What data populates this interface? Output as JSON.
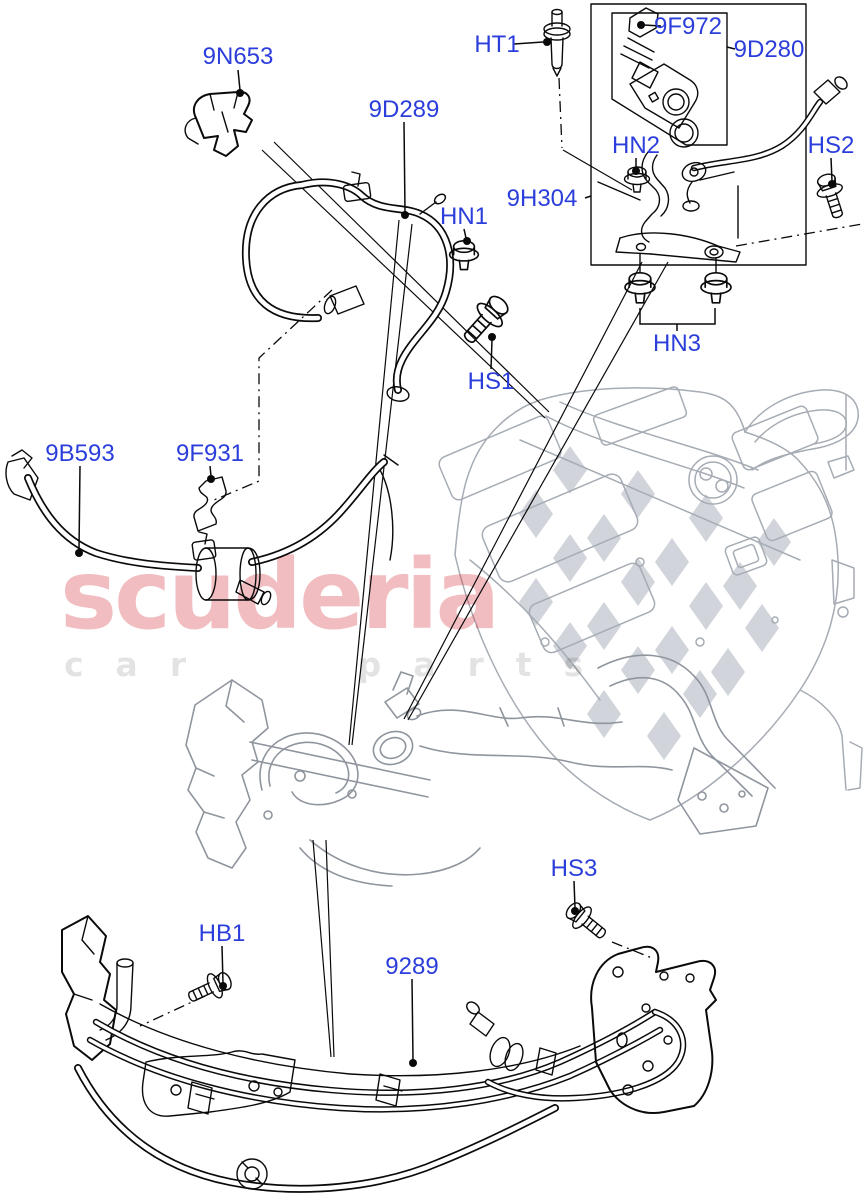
{
  "diagram": {
    "type": "parts-exploded-diagram",
    "subject": "fuel vapour lines and fuel tank area"
  },
  "colors": {
    "label": "#2b3edb",
    "ink": "#0a0a0a",
    "context": "#8f959d",
    "context2": "#a6acb4",
    "checker": "#c9cdd4",
    "wm_brand": "rgba(213,55,66,0.33)",
    "wm_tag": "rgba(0,0,0,0.11)",
    "bg": "#ffffff"
  },
  "watermark": {
    "brand": "scuderia",
    "tagline": "car parts"
  },
  "callouts": [
    {
      "id": "9N653",
      "label": "9N653"
    },
    {
      "id": "9D289",
      "label": "9D289"
    },
    {
      "id": "HT1",
      "label": "HT1"
    },
    {
      "id": "9F972",
      "label": "9F972"
    },
    {
      "id": "9D280",
      "label": "9D280"
    },
    {
      "id": "HN2",
      "label": "HN2"
    },
    {
      "id": "HS2",
      "label": "HS2"
    },
    {
      "id": "9H304",
      "label": "9H304"
    },
    {
      "id": "HN1",
      "label": "HN1"
    },
    {
      "id": "HS1",
      "label": "HS1"
    },
    {
      "id": "HN3",
      "label": "HN3"
    },
    {
      "id": "9B593",
      "label": "9B593"
    },
    {
      "id": "9F931",
      "label": "9F931"
    },
    {
      "id": "HS3",
      "label": "HS3"
    },
    {
      "id": "HB1",
      "label": "HB1"
    },
    {
      "id": "9289",
      "label": "9289"
    }
  ]
}
